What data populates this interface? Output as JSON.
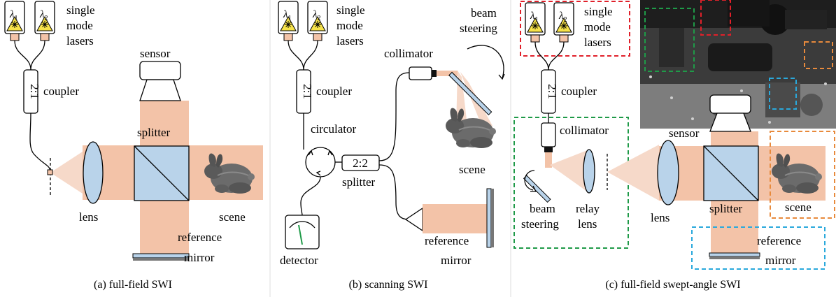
{
  "panel_a": {
    "caption": "(a) full-field SWI",
    "lambda1": "λ",
    "lambda1_sub": "1",
    "lambda2": "λ",
    "lambda2_sub": "2",
    "lasers_line1": "single",
    "lasers_line2": "mode",
    "lasers_line3": "lasers",
    "coupler_ratio": "2:1",
    "coupler": "coupler",
    "sensor": "sensor",
    "splitter": "splitter",
    "lens": "lens",
    "scene": "scene",
    "reference_line1": "reference",
    "reference_line2": "mirror"
  },
  "panel_b": {
    "caption": "(b) scanning SWI",
    "lambda1": "λ",
    "lambda1_sub": "1",
    "lambda2": "λ",
    "lambda2_sub": "2",
    "lasers_line1": "single",
    "lasers_line2": "mode",
    "lasers_line3": "lasers",
    "coupler_ratio": "2:1",
    "coupler": "coupler",
    "circulator": "circulator",
    "splitter_ratio": "2:2",
    "splitter": "splitter",
    "collimator": "collimator",
    "steering_line1": "beam",
    "steering_line2": "steering",
    "scene": "scene",
    "detector": "detector",
    "reference_line1": "reference",
    "reference_line2": "mirror"
  },
  "panel_c": {
    "caption": "(c) full-field swept-angle SWI",
    "lambda1": "λ",
    "lambda1_sub": "1",
    "lambda2": "λ",
    "lambda2_sub": "2",
    "lasers_line1": "single",
    "lasers_line2": "mode",
    "lasers_line3": "lasers",
    "coupler_ratio": "2:1",
    "coupler": "coupler",
    "collimator": "collimator",
    "steering_line1": "beam",
    "steering_line2": "steering",
    "relay_line1": "relay",
    "relay_line2": "lens",
    "lens": "lens",
    "sensor": "sensor",
    "splitter": "splitter",
    "scene": "scene",
    "reference_line1": "reference",
    "reference_line2": "mirror"
  },
  "colors": {
    "beam": "#f3c3a8",
    "glass": "#b9d3ea",
    "laser_yellow": "#f7e34a",
    "red_outline": "#e0202a",
    "green_outline": "#1f9a48",
    "orange_outline": "#e88a3c",
    "blue_outline": "#2aa9dc"
  }
}
